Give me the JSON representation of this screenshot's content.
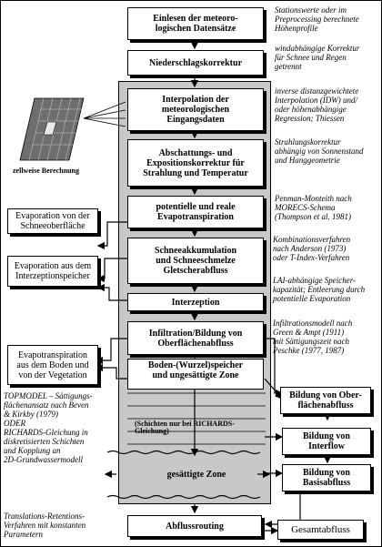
{
  "flow": {
    "read_data": "Einlesen der meteoro-\nlogischen Datensätze",
    "precip_correction": "Niederschlagskorrektur",
    "interpolation": "Interpolation der\nmeteorologischen\nEingangsdaten",
    "shading": "Abschattungs- und\nExpositionskorrektur für\nStrahlung und Temperatur",
    "evapotranspiration": "potentielle und reale\nEvapotranspiration",
    "snow": "Schneeakkumulation\nund Schneeschmelze\nGletscherabfluss",
    "interception": "Interzeption",
    "infiltration": "Infiltration/Bildung von\nOberflächenabfluss",
    "unsaturated": "Boden-(Wurzel)speicher\nund ungesättigte Zone",
    "richards_layers": "(Schichten nur bei RICHARDS-Gleichung)",
    "saturated": "gesättigte Zone",
    "routing": "Abflussrouting"
  },
  "left": {
    "cell_label": "zellweise Berechnung",
    "snow_evap": "Evaporation von der\nSchneeoberfläche",
    "interception_evap": "Evaporation aus dem\nInterzeptionspeicher",
    "soil_evap": "Evapotranspiration\naus dem Boden und\nvon der Vegetation"
  },
  "right_boxes": {
    "surface_runoff": "Bildung von Ober-\nflächenabfluss",
    "interflow": "Bildung von\nInterflow",
    "baseflow": "Bildung von\nBasisabfluss",
    "total": "Gesamtabfluss"
  },
  "notes": {
    "stations": "Stationswerte oder im\nPreprocessing berechnete\nHöhenprofile",
    "wind": "windabhängige Korrektur\nfür Schnee und Regen\ngetrennt",
    "idw": "inverse distanzgewichtete\nInterpolation (IDW) und/\noder höhenabhängige\nRegression; Thiessen",
    "radiation": "Strahlungskorrektur\nabhängig von Sonnenstand\nund Hanggeometrie",
    "penman": "Penman-Monteith nach\nMORECS-Schema\n(Thompson et al. 1981)",
    "combination": "Kombinationsverfahren\nnach Anderson (1973)\noder T-Index-Verfahren",
    "lai": "LAI-abhängige Speicher-\nkapazität; Entleerung durch\npotentielle Evaporation",
    "green_ampt": "Infiltrationsmodell nach\nGreen & Ampt (1911)\nmit Sättigungszeit nach\nPeschke (1977, 1987)",
    "topmodel": "TOPMODEL – Sättigungs-\nflächenansatz nach Beven\n& Kirkby (1979)\nODER\nRICHARDS-Gleichung in\ndiskretisierten Schichten\nund Kopplung an\n2D-Grundwassermodell",
    "translation": "Translations-Retentions-\nVerfahren mit konstanten\nParametern"
  }
}
